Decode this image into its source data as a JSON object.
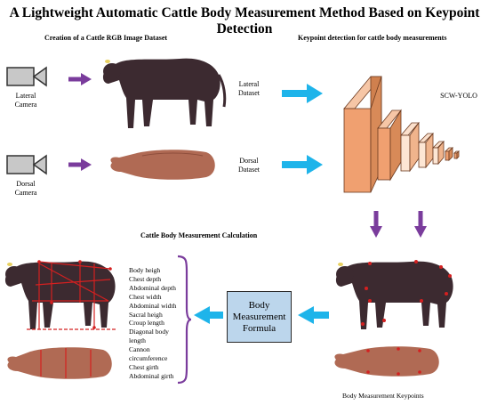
{
  "title": "A Lightweight Automatic Cattle Body Measurement Method Based on Keypoint Detection",
  "sections": {
    "dataset": "Creation of a Cattle RGB Image Dataset",
    "detection": "Keypoint detection for cattle body measurements",
    "calculation": "Cattle Body Measurement Calculation"
  },
  "cameras": {
    "lateral": [
      "Lateral",
      "Camera"
    ],
    "dorsal": [
      "Dorsal",
      "Camera"
    ]
  },
  "datasets": {
    "lateral": [
      "Lateral",
      "Dataset"
    ],
    "dorsal": [
      "Dorsal",
      "Dataset"
    ]
  },
  "model_label": "SCW-YOLO",
  "formula": [
    "Body",
    "Measurement",
    "Formula"
  ],
  "measurements": [
    "Body heigh",
    "Chest depth",
    "Abdominal depth",
    "Chest width",
    "Abdominal width",
    "Sacral heigh",
    "Croup length",
    "Diagonal body",
    "length",
    "Cannon",
    "circumference",
    "Chest girth",
    "Abdominal girth"
  ],
  "keypoints_caption": "Body Measurement Keypoints",
  "colors": {
    "arrow_purple": "#7a3c9c",
    "arrow_blue": "#1eb4ea",
    "cnn_orange": "#f0a070",
    "formula_fill": "#bcd6ec",
    "cattle_dark": "#3c2a30",
    "cattle_dorsal": "#b06a54",
    "measure_red": "#d42020"
  }
}
